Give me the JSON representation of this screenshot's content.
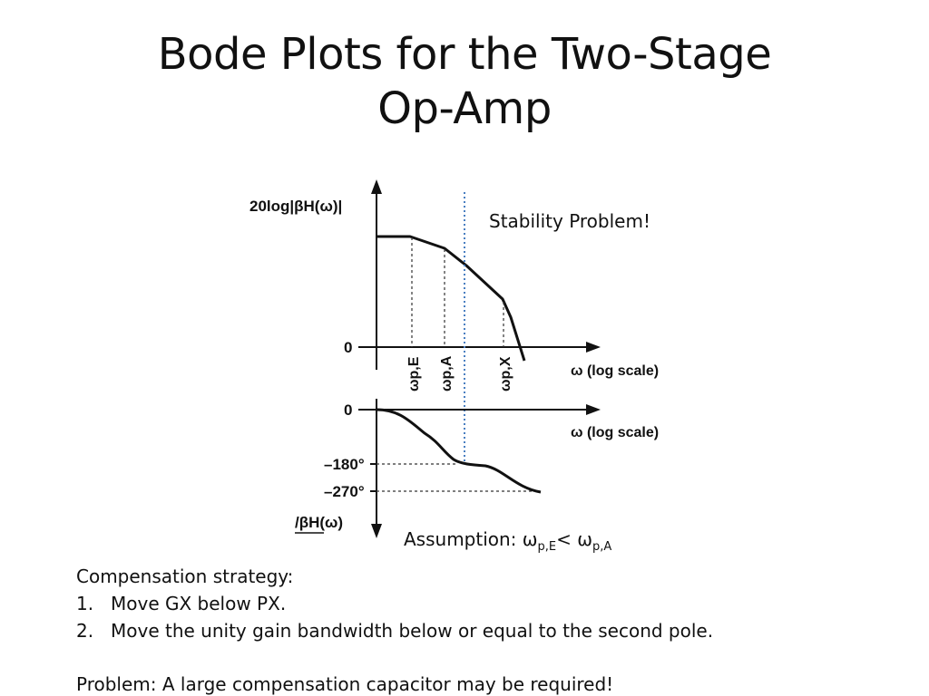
{
  "slide": {
    "title_line1": "Bode Plots for the Two-Stage",
    "title_line2": "Op-Amp"
  },
  "diagram": {
    "magnitude_axis_label": "20log|βH(ω)|",
    "phase_axis_label": "/βH(ω)",
    "x_axis_label_top": "ω (log scale)",
    "x_axis_label_bottom": "ω (log scale)",
    "zero_top": "0",
    "zero_bottom": "0",
    "minus180": "–180°",
    "minus270": "–270°",
    "pole_labels": [
      "ωp,E",
      "ωp,A",
      "ωp,X"
    ],
    "stability_note": "Stability Problem!",
    "assumption_prefix": "Assumption: ω",
    "assumption_sub1": "p,E",
    "assumption_mid": "< ω",
    "assumption_sub2": "p,A"
  },
  "text": {
    "strategy_heading": "Compensation strategy:",
    "step1_num": "1.",
    "step1": "Move GX below PX.",
    "step2_num": "2.",
    "step2": "Move the unity gain bandwidth below  or equal to the second pole.",
    "problem": "Problem: A large compensation capacitor may be required!"
  }
}
